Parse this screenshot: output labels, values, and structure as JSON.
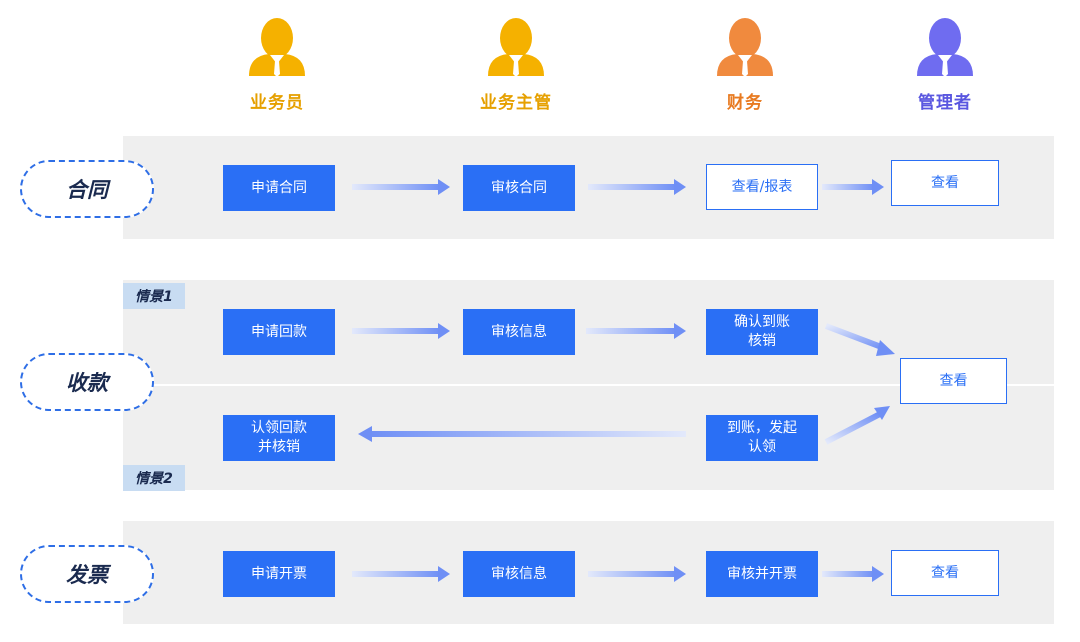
{
  "roles": [
    {
      "label": "业务员",
      "icon": "person-icon",
      "color": "#f5b100"
    },
    {
      "label": "业务主管",
      "icon": "person-icon",
      "color": "#f5b100"
    },
    {
      "label": "财务",
      "icon": "person-icon",
      "color": "#f08a3e"
    },
    {
      "label": "管理者",
      "icon": "person-icon",
      "color": "#6f6cf0"
    }
  ],
  "sections": {
    "contract": {
      "label": "合同",
      "steps": [
        "申请合同",
        "审核合同",
        "查看/报表",
        "查看"
      ]
    },
    "payment": {
      "label": "收款",
      "scenario1": "情景1",
      "scenario2": "情景2",
      "steps1": [
        "申请回款",
        "审核信息",
        "确认到账\n核销"
      ],
      "steps2": [
        "认领回款\n并核销",
        "到账，发起\n认领"
      ],
      "view": "查看"
    },
    "invoice": {
      "label": "发票",
      "steps": [
        "申请开票",
        "审核信息",
        "审核并开票",
        "查看"
      ]
    }
  },
  "colors": {
    "accent": "#2a6ff5",
    "band": "#efefef",
    "arrow": "#6f8ff5",
    "scenario_bg": "#c8dcf2"
  }
}
